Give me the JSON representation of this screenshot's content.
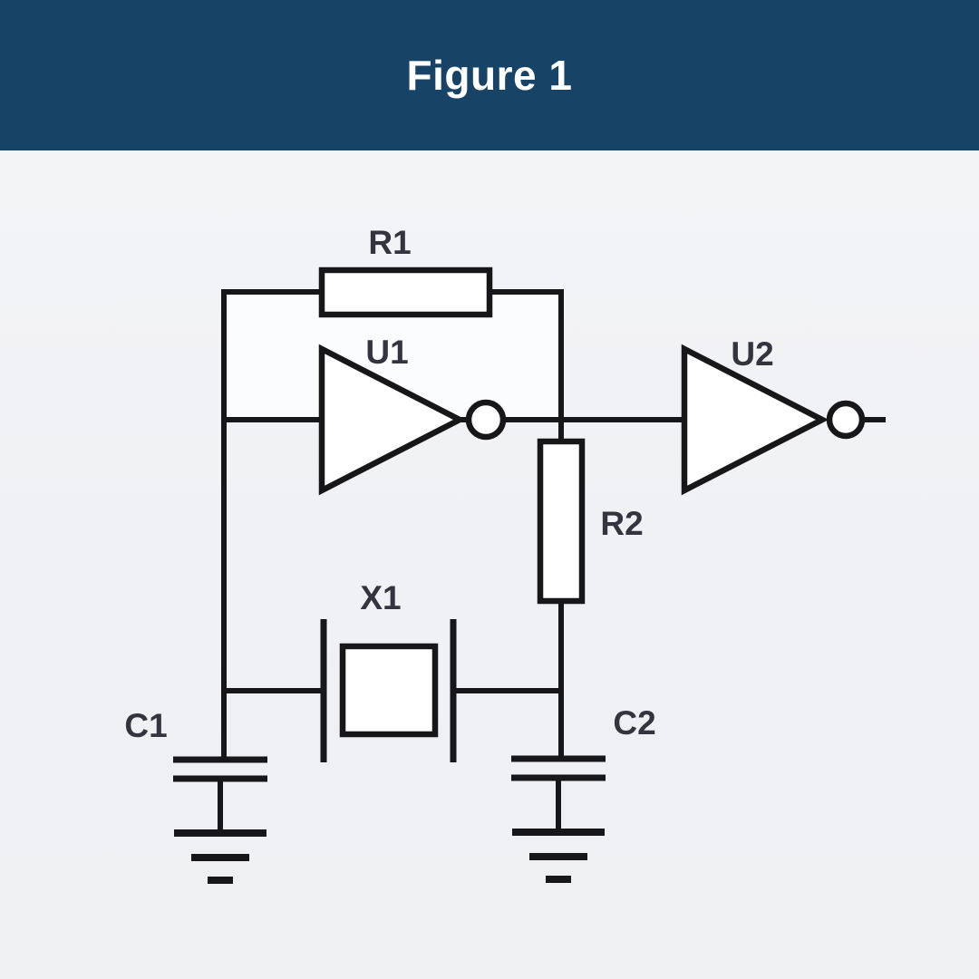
{
  "header": {
    "title": "Figure 1",
    "background_color": "#174466",
    "text_color": "#ffffff"
  },
  "canvas": {
    "background_color": "#f0f1f4",
    "line_color": "#17171a",
    "label_color": "#34343e",
    "diagram_type": "circuit-schematic"
  },
  "components": {
    "r1": {
      "label": "R1",
      "type": "resistor"
    },
    "u1": {
      "label": "U1",
      "type": "inverter-gate"
    },
    "u2": {
      "label": "U2",
      "type": "inverter-gate"
    },
    "r2": {
      "label": "R2",
      "type": "resistor"
    },
    "x1": {
      "label": "X1",
      "type": "crystal"
    },
    "c1": {
      "label": "C1",
      "type": "capacitor-to-ground"
    },
    "c2": {
      "label": "C2",
      "type": "capacitor-to-ground"
    }
  }
}
